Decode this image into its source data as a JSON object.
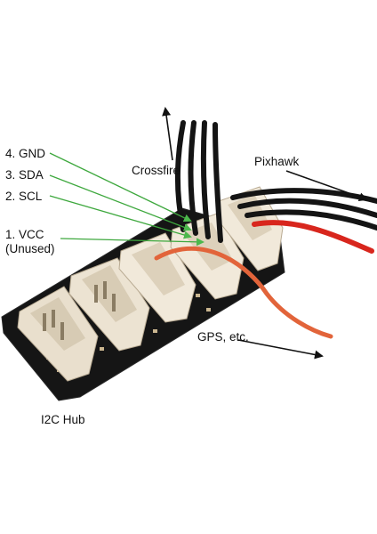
{
  "pins": [
    {
      "label": "4. GND"
    },
    {
      "label": "3. SDA"
    },
    {
      "label": "2. SCL"
    },
    {
      "label": "1. VCC"
    },
    {
      "label": "(Unused)"
    }
  ],
  "callouts": {
    "crossfire": "Crossfire",
    "pixhawk": "Pixhawk",
    "gps": "GPS, etc.",
    "hub": "I2C Hub"
  },
  "colors": {
    "board": "#151515",
    "connector": "#efe6d6",
    "pin_line": "#3ea83e",
    "wire_black": "#141414",
    "wire_red": "#d8261d",
    "wire_orange": "#e2643a"
  }
}
